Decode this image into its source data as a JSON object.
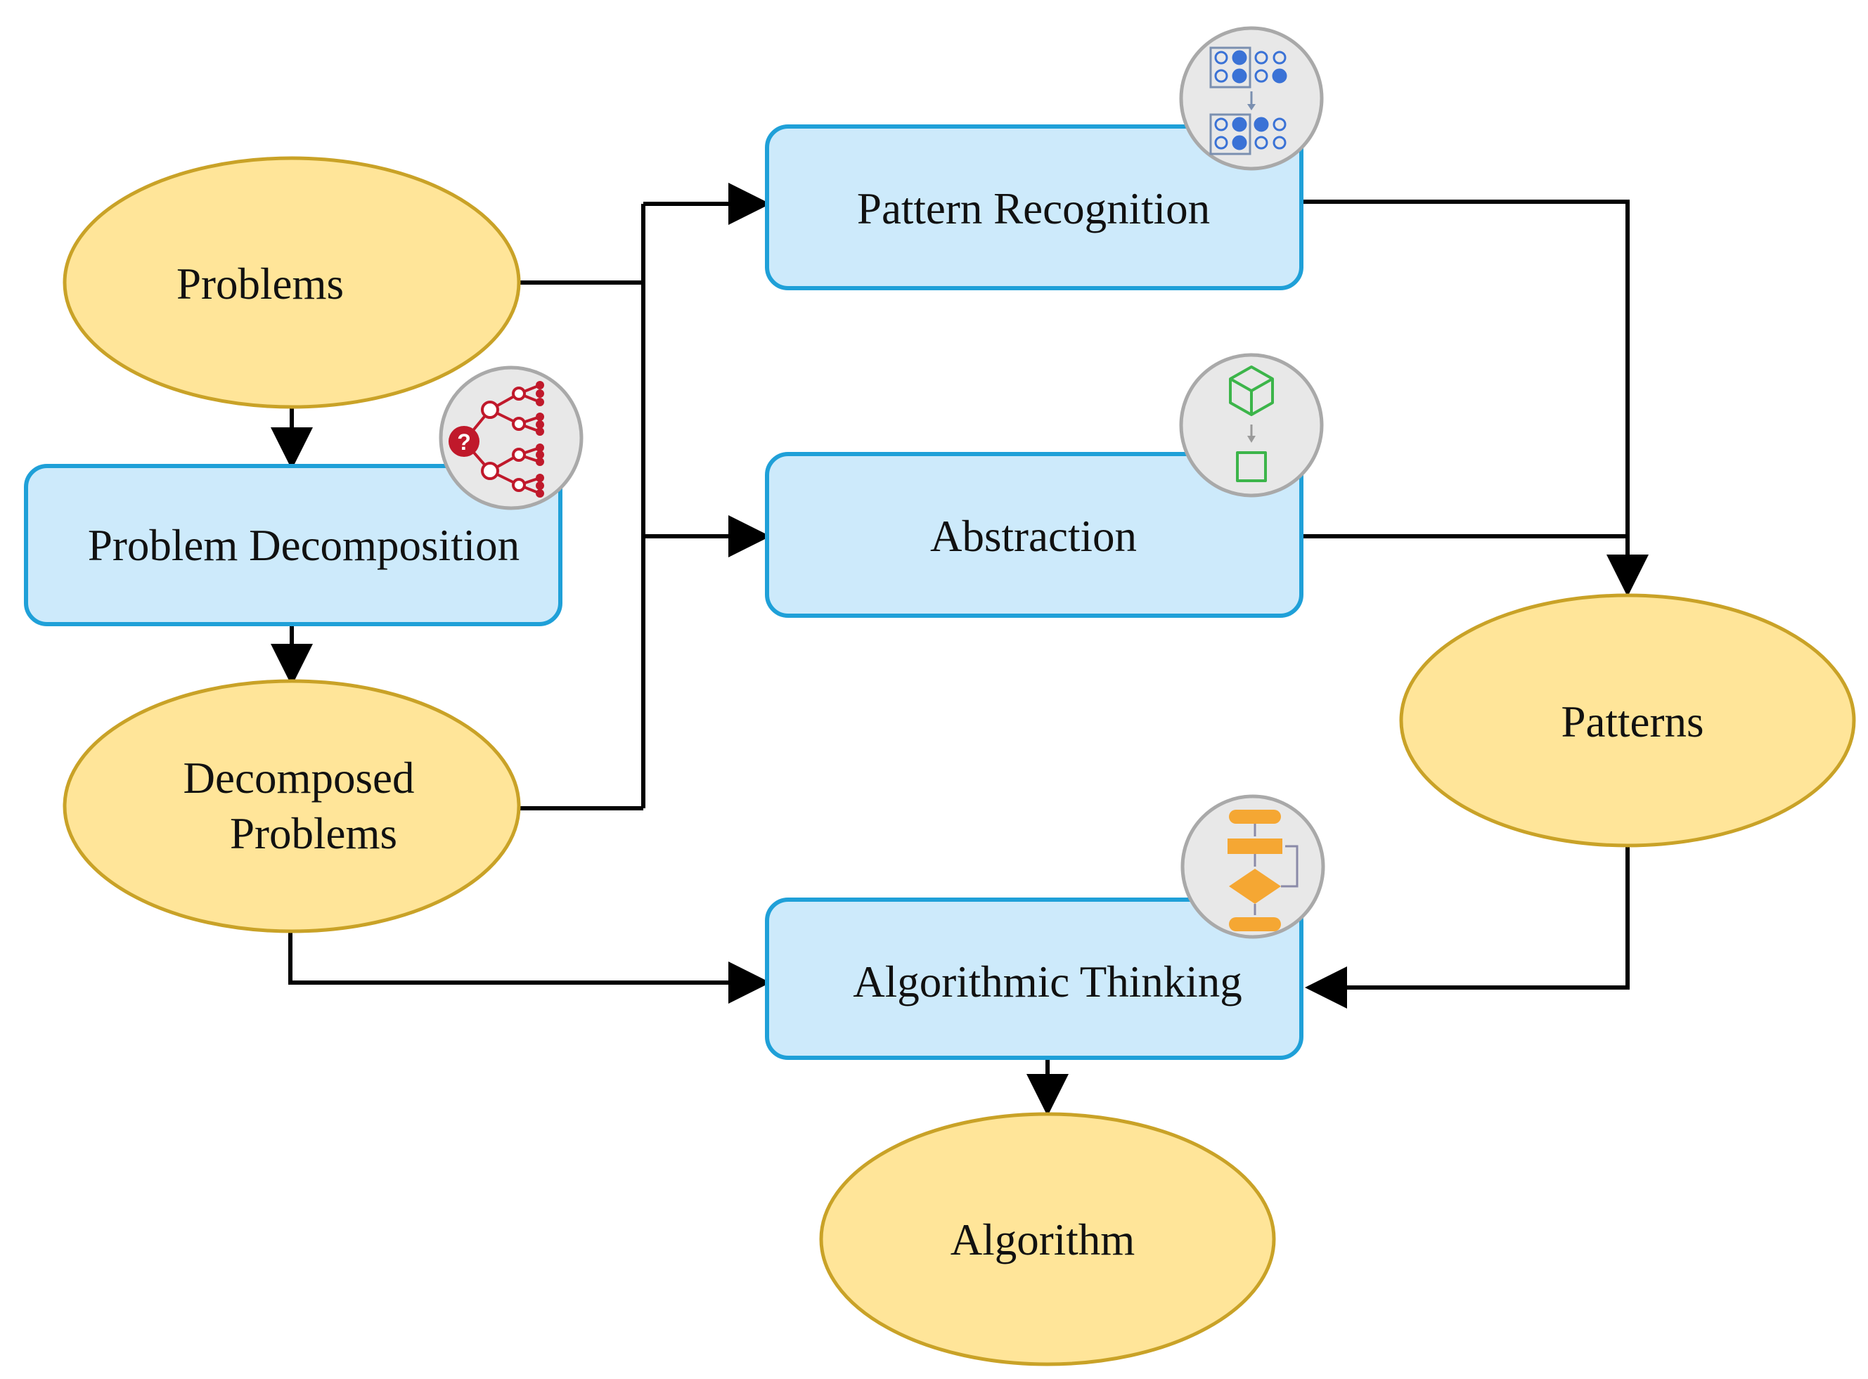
{
  "nodes": {
    "problems": "Problems",
    "problem_decomposition": "Problem Decomposition",
    "decomposed_problems_line1": "Decomposed",
    "decomposed_problems_line2": "Problems",
    "pattern_recognition": "Pattern Recognition",
    "abstraction": "Abstraction",
    "patterns": "Patterns",
    "algorithmic_thinking": "Algorithmic Thinking",
    "algorithm": "Algorithm"
  },
  "icons": {
    "decomposition": "decomposition-tree-icon",
    "pattern_recognition": "pattern-grid-icon",
    "abstraction": "cube-to-square-icon",
    "algorithmic_thinking": "flowchart-icon"
  },
  "colors": {
    "oval_fill": "#ffe599",
    "oval_stroke": "#c9a227",
    "box_fill": "#cdeafb",
    "box_stroke": "#1fa0d8",
    "edge": "#000000",
    "decomposition_icon": "#c0192b",
    "pattern_icon": "#3a72d6",
    "abstraction_icon": "#3cb54a",
    "algorithm_icon": "#f5a733"
  }
}
